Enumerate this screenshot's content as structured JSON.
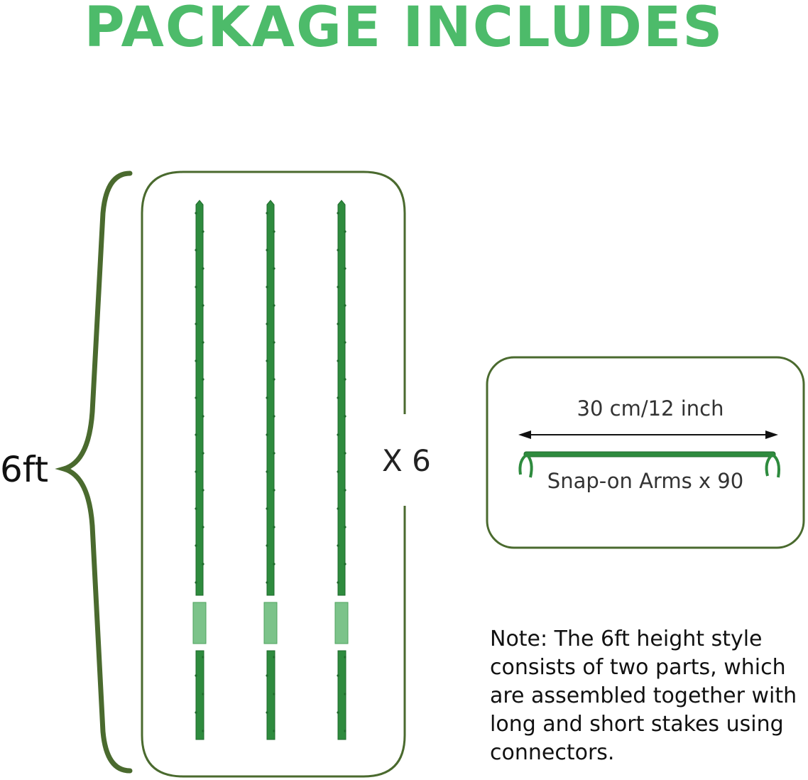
{
  "title": "PACKAGE INCLUDES",
  "stakes": {
    "height_label": "6ft",
    "count_label": "X 6"
  },
  "arms": {
    "dimension_label": "30 cm/12 inch",
    "label": "Snap-on Arms x 90"
  },
  "note": "Note: The 6ft height style consists of two parts, which are assembled together with long and short stakes using connectors.",
  "colors": {
    "title": "#4dbb6a",
    "frame": "#4a6a2e",
    "stake": "#2e8b3e",
    "stake_dark": "#1f6a2c",
    "connector": "#7cc38a"
  }
}
